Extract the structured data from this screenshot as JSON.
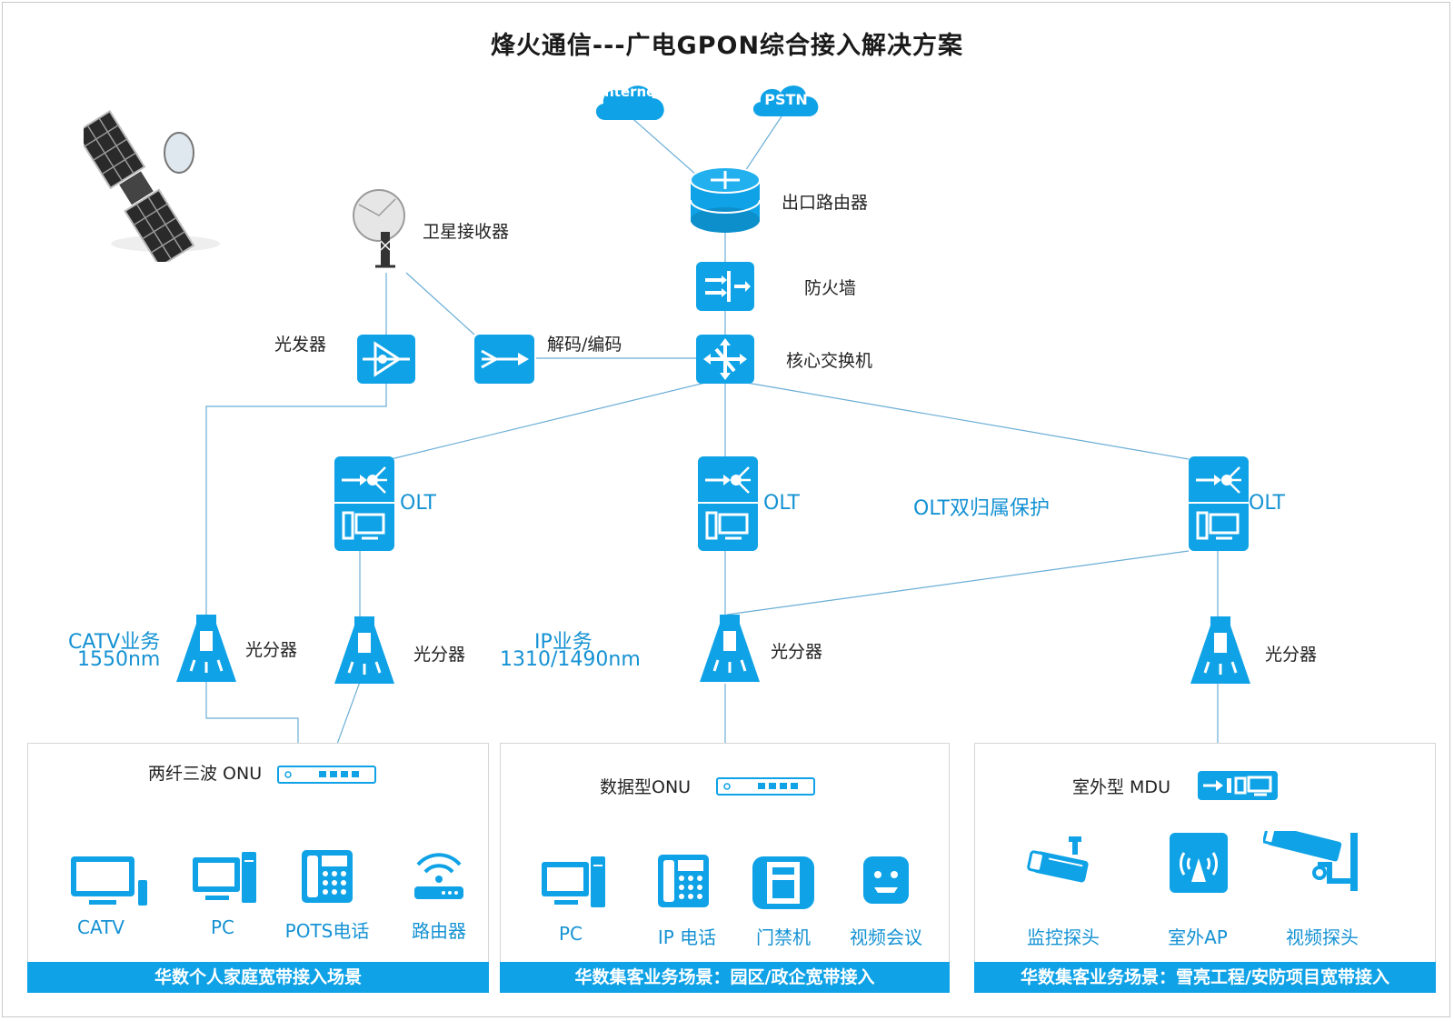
{
  "title": "烽火通信---广电GPON综合接入解决方案",
  "clouds": {
    "internet": "Internet",
    "pstn": "PSTN"
  },
  "core": {
    "router": "出口路由器",
    "firewall": "防火墙",
    "core_switch": "核心交换机",
    "decoder": "解码/编码",
    "sat_receiver": "卫星接收器",
    "transmitter": "光发器"
  },
  "olt": {
    "label": "OLT",
    "dual_homing": "OLT双归属保护"
  },
  "splitter_label": "光分器",
  "services": {
    "catv_line1": "CATV业务",
    "catv_line2": "1550nm",
    "ip_line1": "IP业务",
    "ip_line2": "1310/1490nm"
  },
  "panels": [
    {
      "title": "华数个人家庭宽带接入场景",
      "device": "两纤三波 ONU",
      "endpoints": [
        "CATV",
        "PC",
        "POTS电话",
        "路由器"
      ]
    },
    {
      "title": "华数集客业务场景：园区/政企宽带接入",
      "device": "数据型ONU",
      "endpoints": [
        "PC",
        "IP 电话",
        "门禁机",
        "视频会议"
      ]
    },
    {
      "title": "华数集客业务场景：雪亮工程/安防项目宽带接入",
      "device": "室外型 MDU",
      "endpoints": [
        "监控探头",
        "室外AP",
        "视频探头"
      ]
    }
  ],
  "colors": {
    "accent": "#0fa2e6",
    "line": "#6aaed6",
    "text_blue": "#1592d3"
  },
  "icons": [
    "satellite-icon",
    "dish-icon",
    "cloud-icon",
    "router-icon",
    "firewall-icon",
    "switch-icon",
    "transmitter-icon",
    "codec-icon",
    "olt-icon",
    "splitter-icon",
    "onu-icon",
    "mdu-icon",
    "tv-icon",
    "pc-icon",
    "phone-icon",
    "wifi-router-icon",
    "door-access-icon",
    "video-conf-icon",
    "camera-icon",
    "ap-icon"
  ]
}
